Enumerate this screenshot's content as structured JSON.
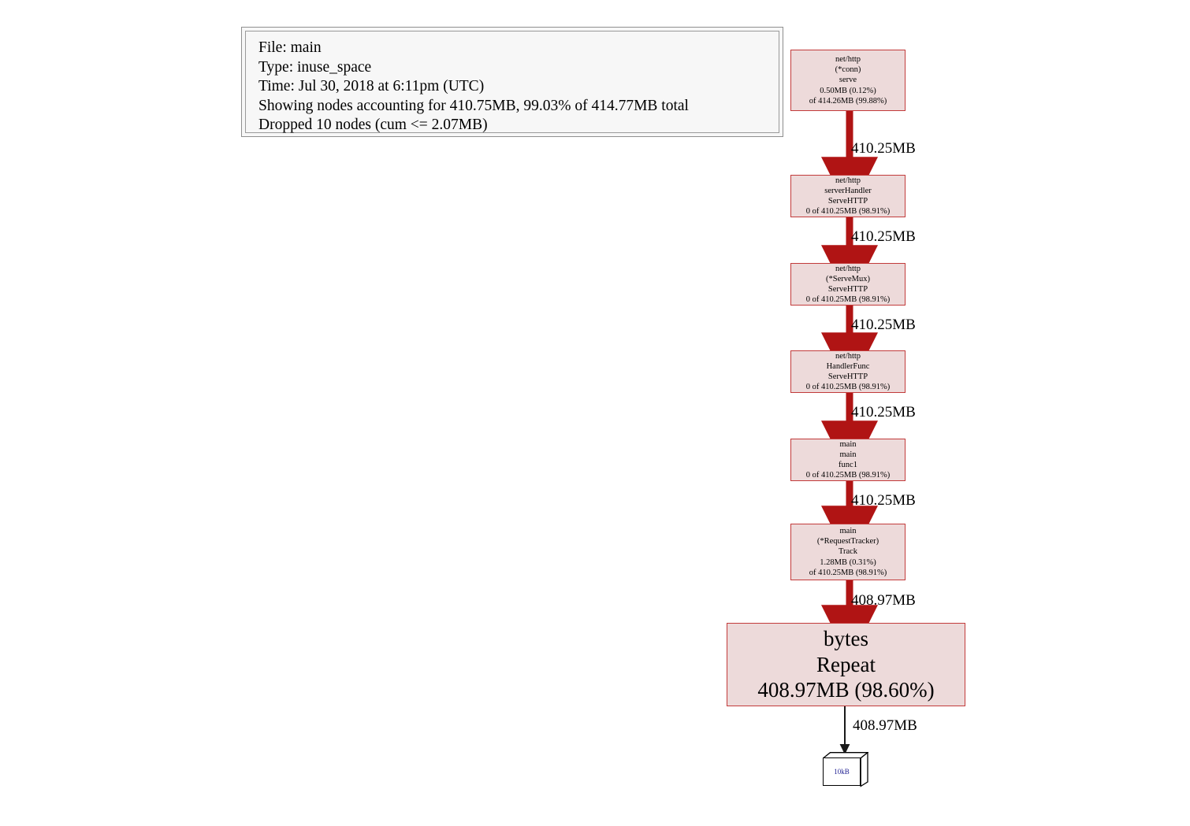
{
  "legend": {
    "name": "profile-legend",
    "lines": [
      "File: main",
      "Type: inuse_space",
      "Time: Jul 30, 2018 at 6:11pm (UTC)",
      "Showing nodes accounting for 410.75MB, 99.03% of 414.77MB total",
      "Dropped 10 nodes (cum <= 2.07MB)"
    ]
  },
  "colors": {
    "node_fill": "#eddada",
    "node_border": "#c23b3b",
    "edge_red": "#b01414",
    "edge_black": "#1a1a1a",
    "leaf_fill": "#ffffff",
    "leaf_label": "#1b1b8f",
    "legend_fill": "#f7f7f7",
    "legend_border": "#8f8f8f"
  },
  "graph": {
    "nodes": [
      {
        "id": "serve",
        "package": "net/http",
        "receiver": "(*conn)",
        "function": "serve",
        "flat": "0.50MB (0.12%)",
        "cum": "of 414.26MB (99.88%)"
      },
      {
        "id": "serverhandler",
        "package": "net/http",
        "receiver": "serverHandler",
        "function": "ServeHTTP",
        "flat": "0 of 410.25MB (98.91%)",
        "cum": ""
      },
      {
        "id": "servemux",
        "package": "net/http",
        "receiver": "(*ServeMux)",
        "function": "ServeHTTP",
        "flat": "0 of 410.25MB (98.91%)",
        "cum": ""
      },
      {
        "id": "handlerfunc",
        "package": "net/http",
        "receiver": "HandlerFunc",
        "function": "ServeHTTP",
        "flat": "0 of 410.25MB (98.91%)",
        "cum": ""
      },
      {
        "id": "mainfunc1",
        "package": "main",
        "receiver": "main",
        "function": "func1",
        "flat": "0 of 410.25MB (98.91%)",
        "cum": ""
      },
      {
        "id": "track",
        "package": "main",
        "receiver": "(*RequestTracker)",
        "function": "Track",
        "flat": "1.28MB (0.31%)",
        "cum": "of 410.25MB (98.91%)"
      },
      {
        "id": "repeat",
        "package": "bytes",
        "receiver": "Repeat",
        "function": "408.97MB (98.60%)",
        "flat": "",
        "cum": ""
      }
    ],
    "leaf": {
      "id": "leaf-10kb",
      "label": "10kB"
    },
    "edges": [
      {
        "from": "serve",
        "to": "serverhandler",
        "label": "410.25MB",
        "style": "thick-red"
      },
      {
        "from": "serverhandler",
        "to": "servemux",
        "label": "410.25MB",
        "style": "thick-red"
      },
      {
        "from": "servemux",
        "to": "handlerfunc",
        "label": "410.25MB",
        "style": "thick-red"
      },
      {
        "from": "handlerfunc",
        "to": "mainfunc1",
        "label": "410.25MB",
        "style": "thick-red"
      },
      {
        "from": "mainfunc1",
        "to": "track",
        "label": "410.25MB",
        "style": "thick-red"
      },
      {
        "from": "track",
        "to": "repeat",
        "label": "408.97MB",
        "style": "thick-red"
      },
      {
        "from": "repeat",
        "to": "leaf-10kb",
        "label": "408.97MB",
        "style": "thin-black"
      }
    ]
  }
}
